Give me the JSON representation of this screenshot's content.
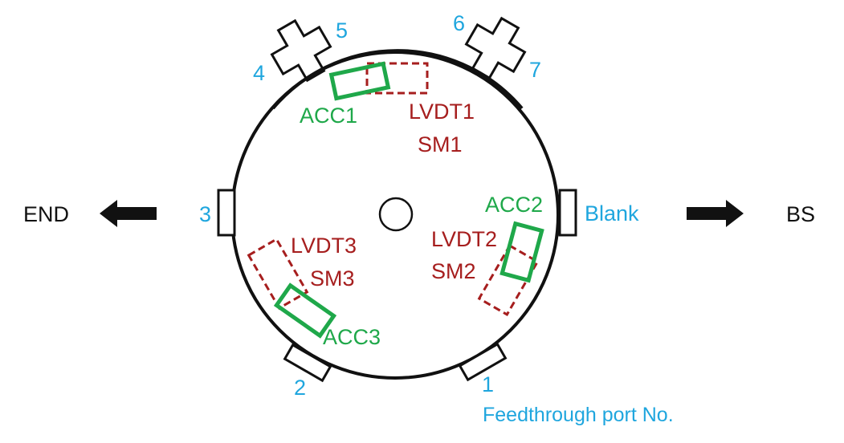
{
  "diagram": {
    "left_direction_label": "END",
    "right_direction_label": "BS",
    "legend_text": "Feedthrough port No.",
    "ports": {
      "p1": "1",
      "p2": "2",
      "p3": "3",
      "p4": "4",
      "p5": "5",
      "p6": "6",
      "p7": "7",
      "blank": "Blank"
    },
    "sensors": {
      "acc1": "ACC1",
      "acc2": "ACC2",
      "acc3": "ACC3",
      "lvdt1": "LVDT1",
      "lvdt2": "LVDT2",
      "lvdt3": "LVDT3",
      "sm1": "SM1",
      "sm2": "SM2",
      "sm3": "SM3"
    },
    "colors": {
      "port_label": "#1fa6de",
      "lvdt_sm": "#a61e1e",
      "acc": "#1fa84a",
      "outline": "#111111"
    }
  }
}
